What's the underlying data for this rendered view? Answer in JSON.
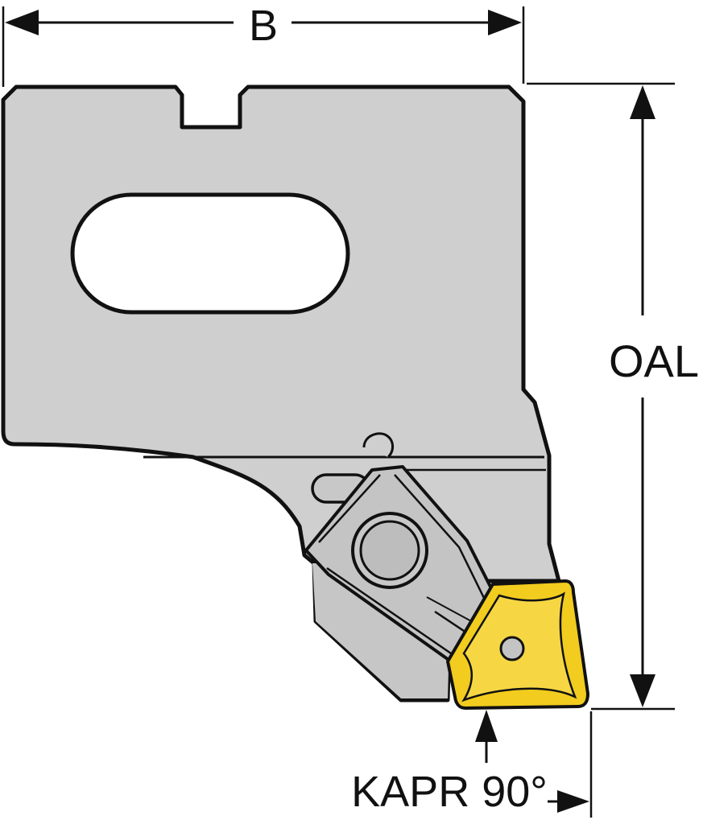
{
  "dimensions": {
    "width_label": "B",
    "length_label": "OAL",
    "angle_label": "KAPR 90°"
  },
  "colors": {
    "body": "#cfcfcf",
    "body_dark": "#b9b9b9",
    "outline": "#111111",
    "insert": "#f2cc1e",
    "insert_shade": "#d9ab0c",
    "clamp": "#c4c4c4",
    "background": "#ffffff"
  },
  "parts": {
    "holder": "holder-body",
    "slot": "elongated-slot",
    "clamp": "insert-clamp",
    "insert": "square-insert"
  }
}
